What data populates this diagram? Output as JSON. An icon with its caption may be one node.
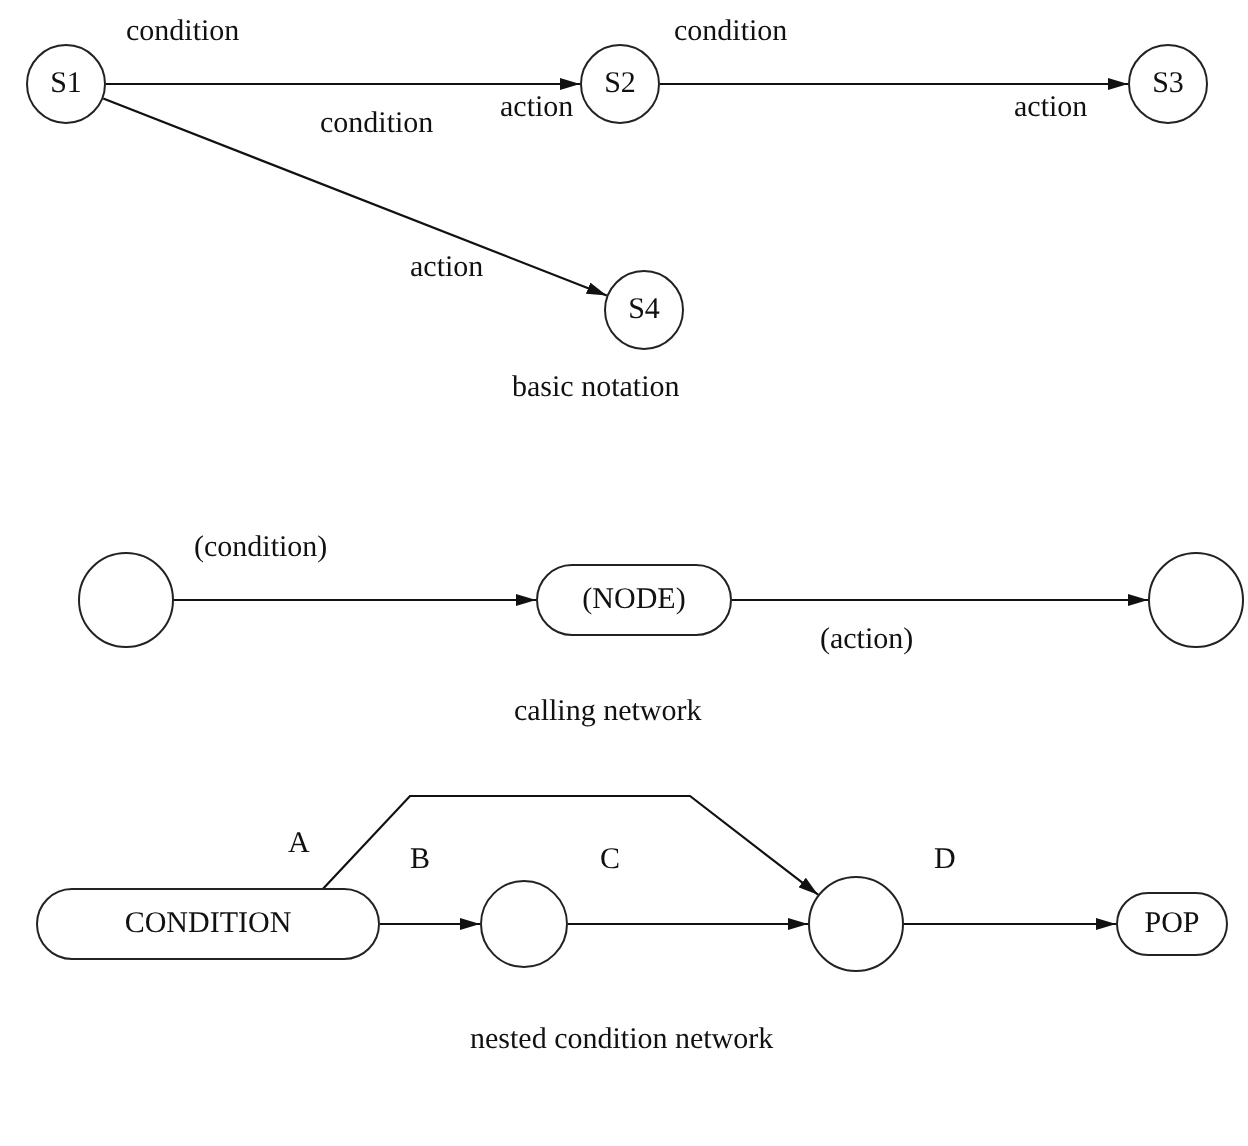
{
  "diagram": {
    "nodes": [
      {
        "text": [
          "S1"
        ]
      },
      {
        "text": [
          "S2"
        ]
      },
      {
        "text": [
          "S3"
        ]
      },
      {
        "text": [
          "S4"
        ]
      },
      {
        "text": [],
        "shape": "circle"
      },
      {
        "text": [
          "(NODE)"
        ]
      },
      {
        "text": [],
        "shape": "circle"
      },
      {
        "text": [
          "CONDITION"
        ]
      },
      {
        "text": [],
        "shape": "circle"
      },
      {
        "text": [],
        "shape": "circle"
      },
      {
        "text": [
          "POP"
        ]
      }
    ],
    "edges": [
      {
        "from": 0,
        "to": 1,
        "arrow": "to",
        "label": "condition"
      },
      {
        "from": 1,
        "to": 2,
        "arrow": "to",
        "label": "condition"
      },
      {
        "from": 0,
        "to": 3,
        "arrow": "to",
        "label": "condition"
      },
      {
        "from": 4,
        "to": 5,
        "arrow": "to",
        "label": "(condition)"
      },
      {
        "from": 5,
        "to": 6,
        "arrow": "to",
        "label": "(action)"
      },
      {
        "from": 7,
        "to": 9,
        "arrow": "to",
        "label": "A"
      },
      {
        "from": 7,
        "to": 8,
        "arrow": "to",
        "label": "B"
      },
      {
        "from": 8,
        "to": 9,
        "arrow": "to",
        "label": "C"
      },
      {
        "from": 9,
        "to": 10,
        "arrow": "to",
        "label": "D"
      }
    ],
    "labels": [
      "action",
      "action",
      "action",
      "basic notation",
      "calling network",
      "nested condition network"
    ]
  }
}
